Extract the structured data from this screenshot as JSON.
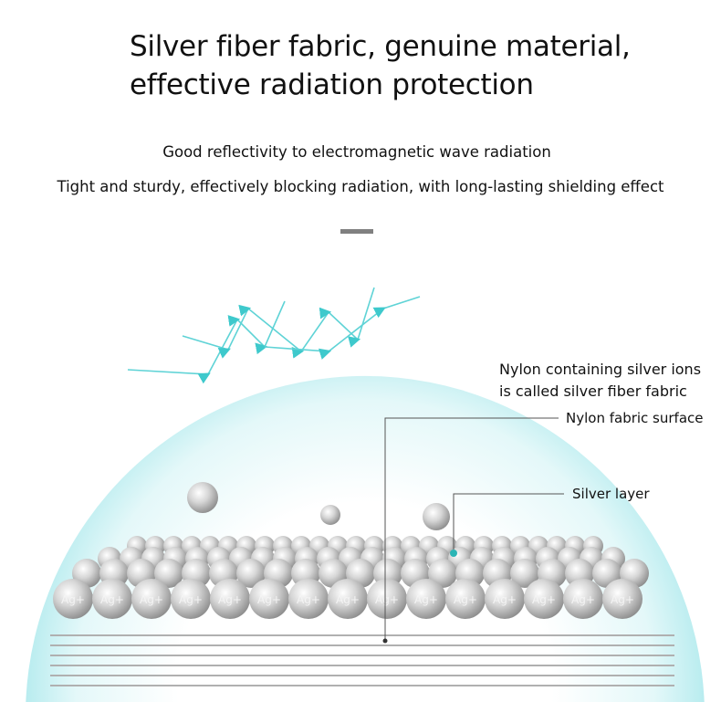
{
  "header": {
    "title_line1": "Silver fiber fabric, genuine material,",
    "title_line2": "effective radiation protection",
    "subtitle1": "Good reflectivity to electromagnetic wave radiation",
    "subtitle2": "Tight and sturdy, effectively blocking radiation, with long-lasting shielding effect"
  },
  "diagram": {
    "caption_line1": "Nylon containing silver ions",
    "caption_line2": "is called silver fiber fabric",
    "label_surface": "Nylon fabric surface",
    "label_silver": "Silver layer",
    "ion_text": "Ag+",
    "colors": {
      "dome": "#bfeef0",
      "arrow": "#3ec9cc",
      "silver": "#c8c8c8",
      "marker": "#2bb5b5"
    }
  }
}
